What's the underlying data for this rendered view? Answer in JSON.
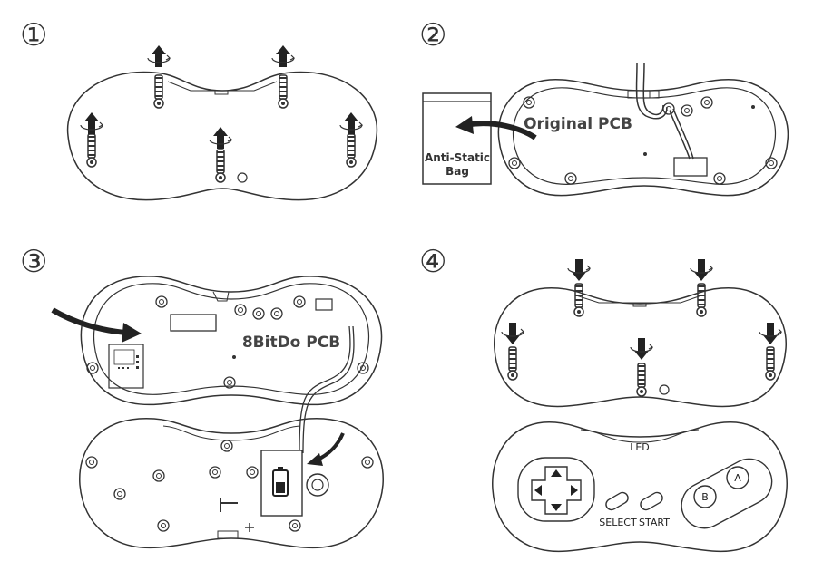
{
  "steps": [
    {
      "number": "①"
    },
    {
      "number": "②"
    },
    {
      "number": "③"
    },
    {
      "number": "④"
    }
  ],
  "step2": {
    "original_pcb_label": "Original PCB",
    "bag_label_line1": "Anti-Static",
    "bag_label_line2": "Bag"
  },
  "step3": {
    "new_pcb_label": "8BitDo PCB"
  },
  "step4": {
    "led_label": "LED",
    "select_label": "SELECT",
    "start_label": "START",
    "button_b": "B",
    "button_a": "A"
  }
}
